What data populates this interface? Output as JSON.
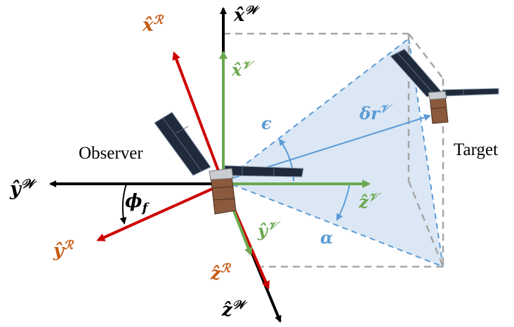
{
  "labels": {
    "x_world": "x̂ᵂ",
    "x_world_sup": "𝒲",
    "x_vbar": "x̂",
    "x_vbar_sup": "𝒱",
    "x_rbar": "x̂",
    "x_rbar_sup": "ℛ",
    "y_world": "ŷ",
    "y_world_sup": "𝒲",
    "y_rbar": "ŷ",
    "y_rbar_sup": "ℛ",
    "y_vbar": "ŷ",
    "y_vbar_sup": "𝒱",
    "z_vbar": "ẑ",
    "z_vbar_sup": "𝒱",
    "z_rbar": "ẑ",
    "z_rbar_sup": "ℛ",
    "z_world": "ẑ",
    "z_world_sup": "𝒲",
    "delta_r": "δr",
    "delta_r_sup": "𝒱",
    "epsilon": "ϵ",
    "alpha": "α",
    "phi_f": "ϕ",
    "phi_f_sub": "f",
    "observer": "Observer",
    "target": "Target"
  },
  "colors": {
    "world_axes": "#000000",
    "vbar_axes": "#6aa84f",
    "rbar_axes": "#cc0000",
    "rbar_label": "#c55a11",
    "rel_vector": "#5b9bd5",
    "cone_fill": "#dbe7f4",
    "box_dash": "#a6a6a6",
    "panel": "#1f2a3a",
    "body": "#8b5a3c"
  },
  "icons": [
    "observer-satellite-icon",
    "target-satellite-icon"
  ]
}
